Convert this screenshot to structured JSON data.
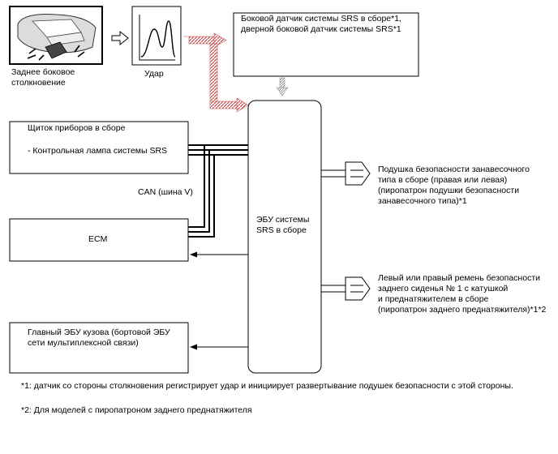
{
  "diagram": {
    "source": {
      "caption_line1": "Заднее боковое",
      "caption_line2": "столкновение"
    },
    "impact": {
      "label": "Удар"
    },
    "sensor_box": {
      "line1": "Боковой датчик системы SRS в сборе*1,",
      "line2": "дверной боковой датчик системы SRS*1"
    },
    "ecu": {
      "line1": "ЭБУ системы",
      "line2": "SRS в сборе"
    },
    "instrument_panel": {
      "title": "Щиток приборов в сборе",
      "item": "- Контрольная лампа системы SRS"
    },
    "can_bus": {
      "label": "CAN (шина V)"
    },
    "ecm": {
      "label": "ECM"
    },
    "body_ecu": {
      "line1": "Главный ЭБУ кузова (бортовой ЭБУ",
      "line2": "сети мультиплексной связи)"
    },
    "curtain_airbag": {
      "line1": "Подушка безопасности занавесочного",
      "line2": "типа в сборе (правая или левая)",
      "line3": "(пиропатрон подушки безопасности",
      "line4": "занавесочного типа)*1"
    },
    "seat_belt": {
      "line1": "Левый или правый ремень безопасности",
      "line2": "заднего сиденья № 1 с катушкой",
      "line3": "и преднатяжителем в сборе",
      "line4": "(пиропатрон заднего преднатяжителя)*1*2"
    },
    "footnotes": {
      "note1": "*1: датчик со стороны столкновения регистрирует удар и инициирует развертывание подушек безопасности с этой стороны.",
      "note2": "*2: Для моделей с пиропатроном заднего преднатяжителя"
    }
  }
}
